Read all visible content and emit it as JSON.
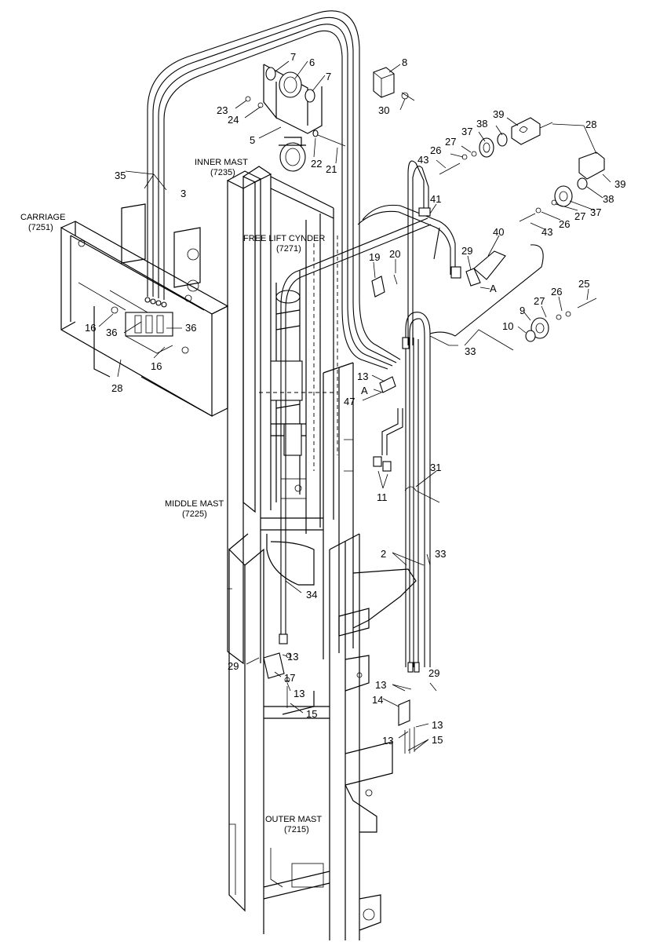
{
  "areas": {
    "carriage": "CARRIAGE",
    "carriage_code": "(7251)",
    "inner_mast": "INNER MAST",
    "inner_mast_code": "(7235)",
    "free_lift": "FREE LIFT CYNDER",
    "free_lift_code": "(7271)",
    "middle_mast": "MIDDLE MAST",
    "middle_mast_code": "(7225)",
    "outer_mast": "OUTER MAST",
    "outer_mast_code": "(7215)"
  },
  "callouts": {
    "c7a": "7",
    "c6": "6",
    "c7b": "7",
    "c8": "8",
    "c23": "23",
    "c24": "24",
    "c30": "30",
    "c5": "5",
    "c22": "22",
    "c21": "21",
    "c35": "35",
    "c3": "3",
    "c39a": "39",
    "c38a": "38",
    "c37a": "37",
    "c27a": "27",
    "c26a": "26",
    "c43a": "43",
    "c28a": "28",
    "c39b": "39",
    "c38b": "38",
    "c37b": "37",
    "c27b": "27",
    "c26b": "26",
    "c43b": "43",
    "c41": "41",
    "c40": "40",
    "c19": "19",
    "c20": "20",
    "c29a": "29",
    "cA1": "A",
    "c25": "25",
    "c26c": "26",
    "c27c": "27",
    "c9": "9",
    "c10": "10",
    "c33a": "33",
    "c16a": "16",
    "c36a": "36",
    "c36b": "36",
    "c16b": "16",
    "c28b": "28",
    "c13a": "13",
    "cA2": "A",
    "c47": "47",
    "c11": "11",
    "c31": "31",
    "c2": "2",
    "c33b": "33",
    "c34": "34",
    "c29b": "29",
    "c13b": "13",
    "c17": "17",
    "c13c": "13",
    "c15a": "15",
    "c29c": "29",
    "c13d": "13",
    "c14": "14",
    "c13e": "13",
    "c13f": "13",
    "c15b": "15"
  }
}
